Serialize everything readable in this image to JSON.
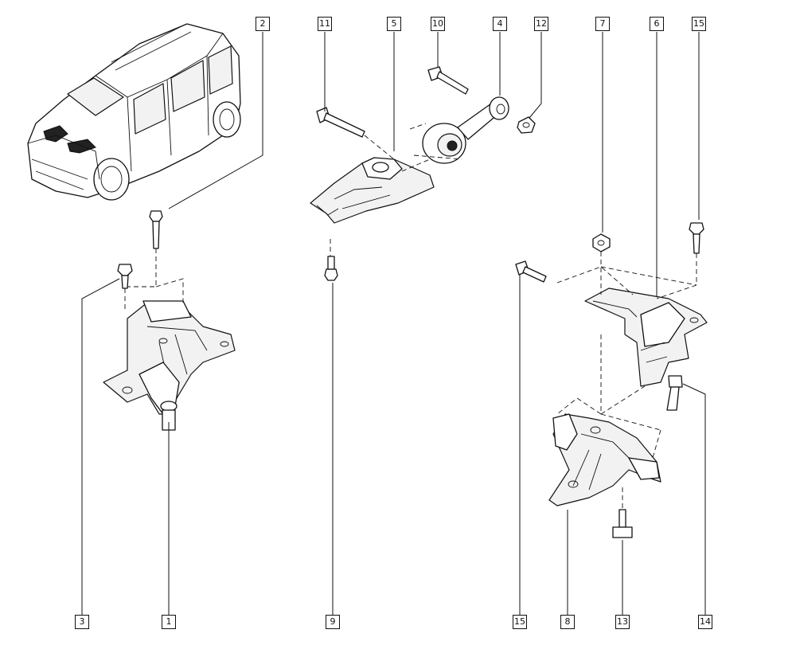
{
  "callouts": {
    "c1": "1",
    "c2": "2",
    "c3": "3",
    "c4": "4",
    "c5": "5",
    "c6": "6",
    "c7": "7",
    "c8": "8",
    "c9": "9",
    "c10": "10",
    "c11": "11",
    "c12": "12",
    "c13": "13",
    "c14": "14",
    "c15_top": "15",
    "c15_bottom": "15"
  },
  "colors": {
    "line": "#111111",
    "background": "#ffffff",
    "shade": "#f2f2f2"
  }
}
